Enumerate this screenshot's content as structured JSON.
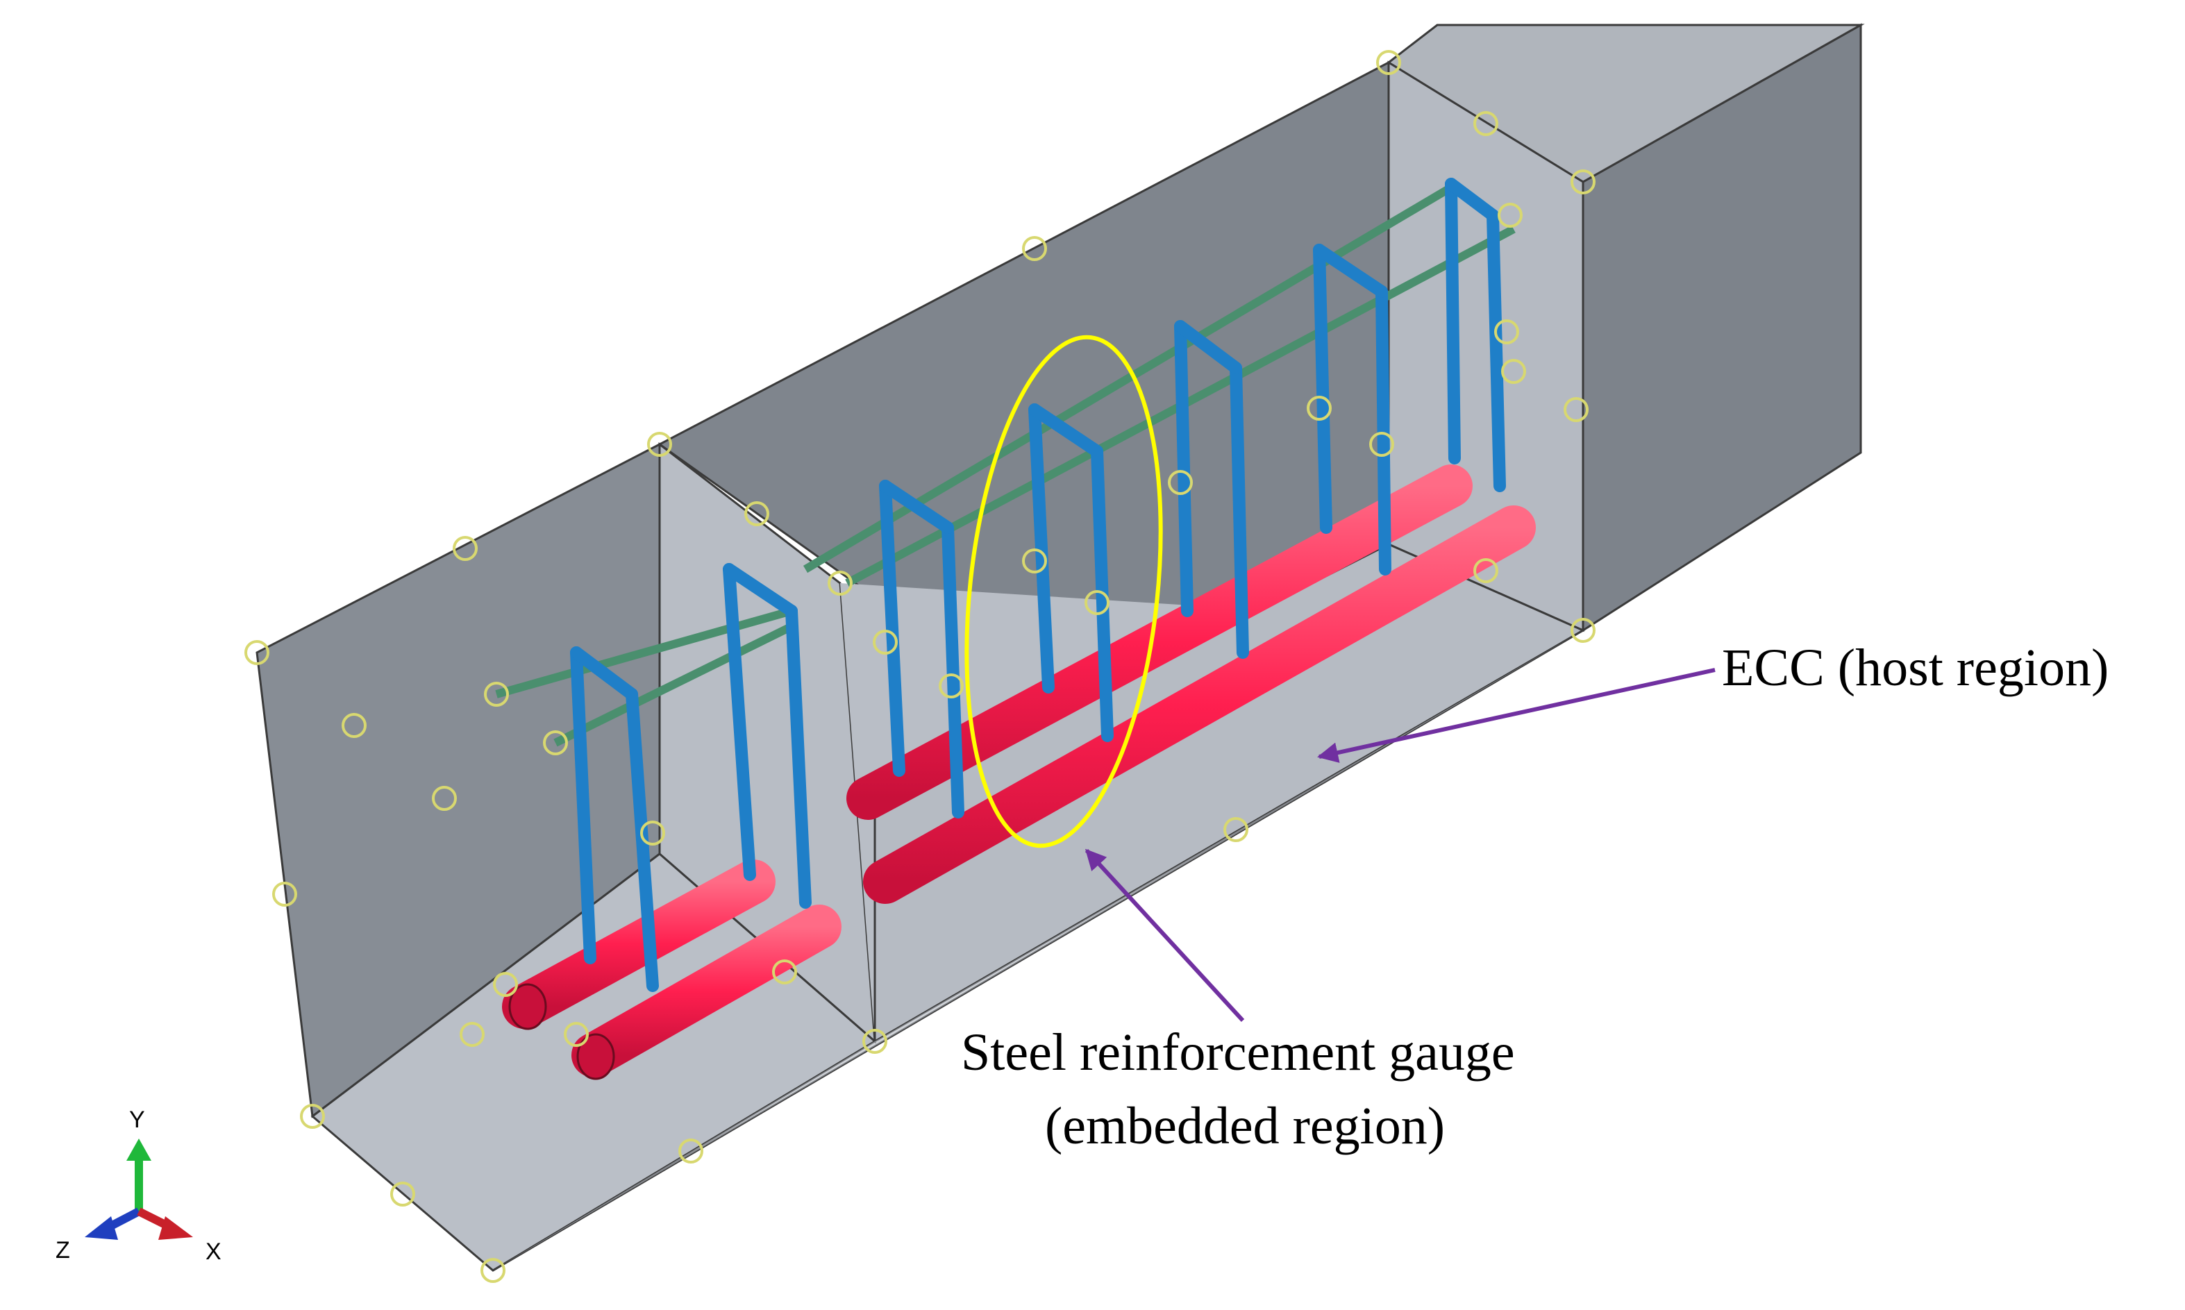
{
  "annotations": {
    "host_label": "ECC (host region)",
    "embedded_label_line1": "Steel reinforcement gauge",
    "embedded_label_line2": "(embedded region)"
  },
  "triad": {
    "y": "Y",
    "z": "Z",
    "x": "X"
  },
  "colors": {
    "concrete_dark": "#7d838b",
    "concrete_mid": "#a6abb2",
    "concrete_light": "#b9bec6",
    "longitudinal_bar": "#ff1f4f",
    "stirrup": "#1f7fc8",
    "top_bar": "#4a8f6e",
    "highlight": "#ffff00",
    "arrow": "#7030a0",
    "node_marker": "#d8d870",
    "axis_y": "#1fb83a",
    "axis_z": "#1f3fbf",
    "axis_x": "#c8202a"
  }
}
